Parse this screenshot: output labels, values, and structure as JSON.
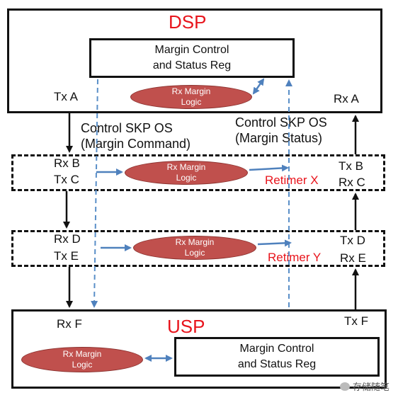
{
  "dsp": {
    "title": "DSP",
    "reg_line1": "Margin  Control",
    "reg_line2": "and Status Reg",
    "logic_line1": "Rx Margin",
    "logic_line2": "Logic",
    "tx": "Tx A",
    "rx": "Rx A"
  },
  "messages": {
    "down_line1": "Control SKP OS",
    "down_line2": "(Margin Command)",
    "up_line1": "Control SKP OS",
    "up_line2": "(Margin Status)"
  },
  "retimer_x": {
    "name": "Retimer X",
    "rx_left": "Rx B",
    "tx_left": "Tx C",
    "tx_right": "Tx B",
    "rx_right": "Rx C",
    "logic_line1": "Rx Margin",
    "logic_line2": "Logic"
  },
  "retimer_y": {
    "name": "Retimer Y",
    "rx_left": "Rx D",
    "tx_left": "Tx E",
    "tx_right": "Tx D",
    "rx_right": "Rx E",
    "logic_line1": "Rx Margin",
    "logic_line2": "Logic"
  },
  "usp": {
    "title": "USP",
    "rx": "Rx F",
    "tx": "Tx F",
    "logic_line1": "Rx Margin",
    "logic_line2": "Logic",
    "reg_line1": "Margin  Control",
    "reg_line2": "and Status Reg"
  },
  "watermark": "存储随笔",
  "colors": {
    "accent_red": "#e8141c",
    "ellipse_fill": "#c0504d",
    "arrow_blue": "#4f81bd",
    "dashed_blue": "#5a8fc8"
  }
}
